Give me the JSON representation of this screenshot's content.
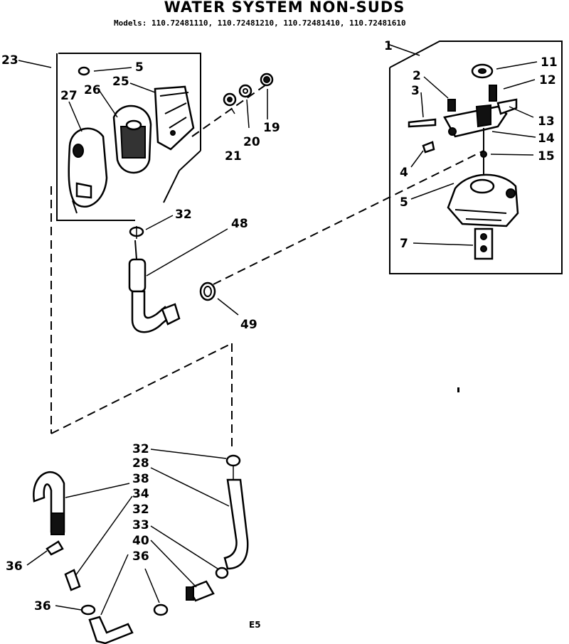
{
  "header": {
    "title": "WATER SYSTEM NON-SUDS",
    "models": "Models: 110.72481110, 110.72481210, 110.72481410, 110.72481610"
  },
  "footer": {
    "code": "E5"
  },
  "callouts": {
    "c23": "23",
    "c5a": "5",
    "c25": "25",
    "c26": "26",
    "c27": "27",
    "c19": "19",
    "c20": "20",
    "c21": "21",
    "c1": "1",
    "c2": "2",
    "c3": "3",
    "c11": "11",
    "c12": "12",
    "c13": "13",
    "c14": "14",
    "c15": "15",
    "c4": "4",
    "c5b": "5",
    "c7": "7",
    "c32a": "32",
    "c48": "48",
    "c49": "49",
    "c32b": "32",
    "c28": "28",
    "c38": "38",
    "c34": "34",
    "c32c": "32",
    "c33": "33",
    "c40": "40",
    "c36a": "36",
    "c36b": "36",
    "c36c": "36"
  }
}
